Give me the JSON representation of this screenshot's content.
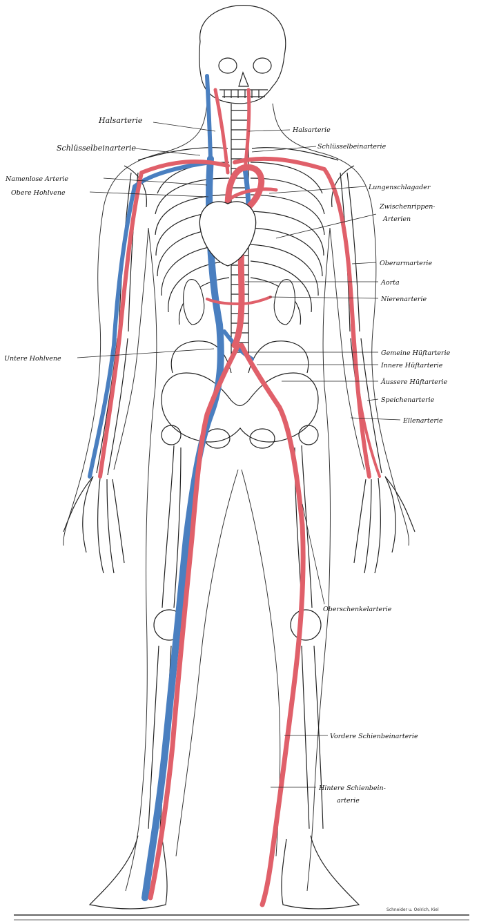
{
  "labels_left": {
    "halsarterie_l": "Halsarterie",
    "schluessel_l": "Schlüsselbeinarterie",
    "namenlose": "Namenlose Arterie",
    "obere_hohl": "Obere Hohlvene",
    "untere_hohl": "Untere Hohlvene"
  },
  "labels_right": {
    "halsarterie_r": "Halsarterie",
    "schluessel_r": "Schlüsselbeinarterie",
    "lungen": "Lungenschlagader",
    "zwischen_1": "Zwischenrippen-",
    "zwischen_2": "Arterien",
    "oberarm": "Oberarmarterie",
    "aorta": "Aorta",
    "nieren": "Nierenarterie",
    "gemeine_huft": "Gemeine Hüftarterie",
    "innere_huft": "Innere Hüftarterie",
    "aeussere_huft": "Äussere Hüftarterie",
    "speichen": "Speichenarterie",
    "ellen": "Ellenarterie",
    "oberschenkel": "Oberschenkelarterie",
    "vordere_1": "Vordere Schienbeinarterie",
    "hintere_1": "Hintere Schienbein-",
    "hintere_2": "arterie"
  },
  "credit": "Schneider u. Oelrich, Kiel",
  "colors": {
    "artery": "#e0606a",
    "vein": "#4a7fc0",
    "ink": "#222222"
  }
}
